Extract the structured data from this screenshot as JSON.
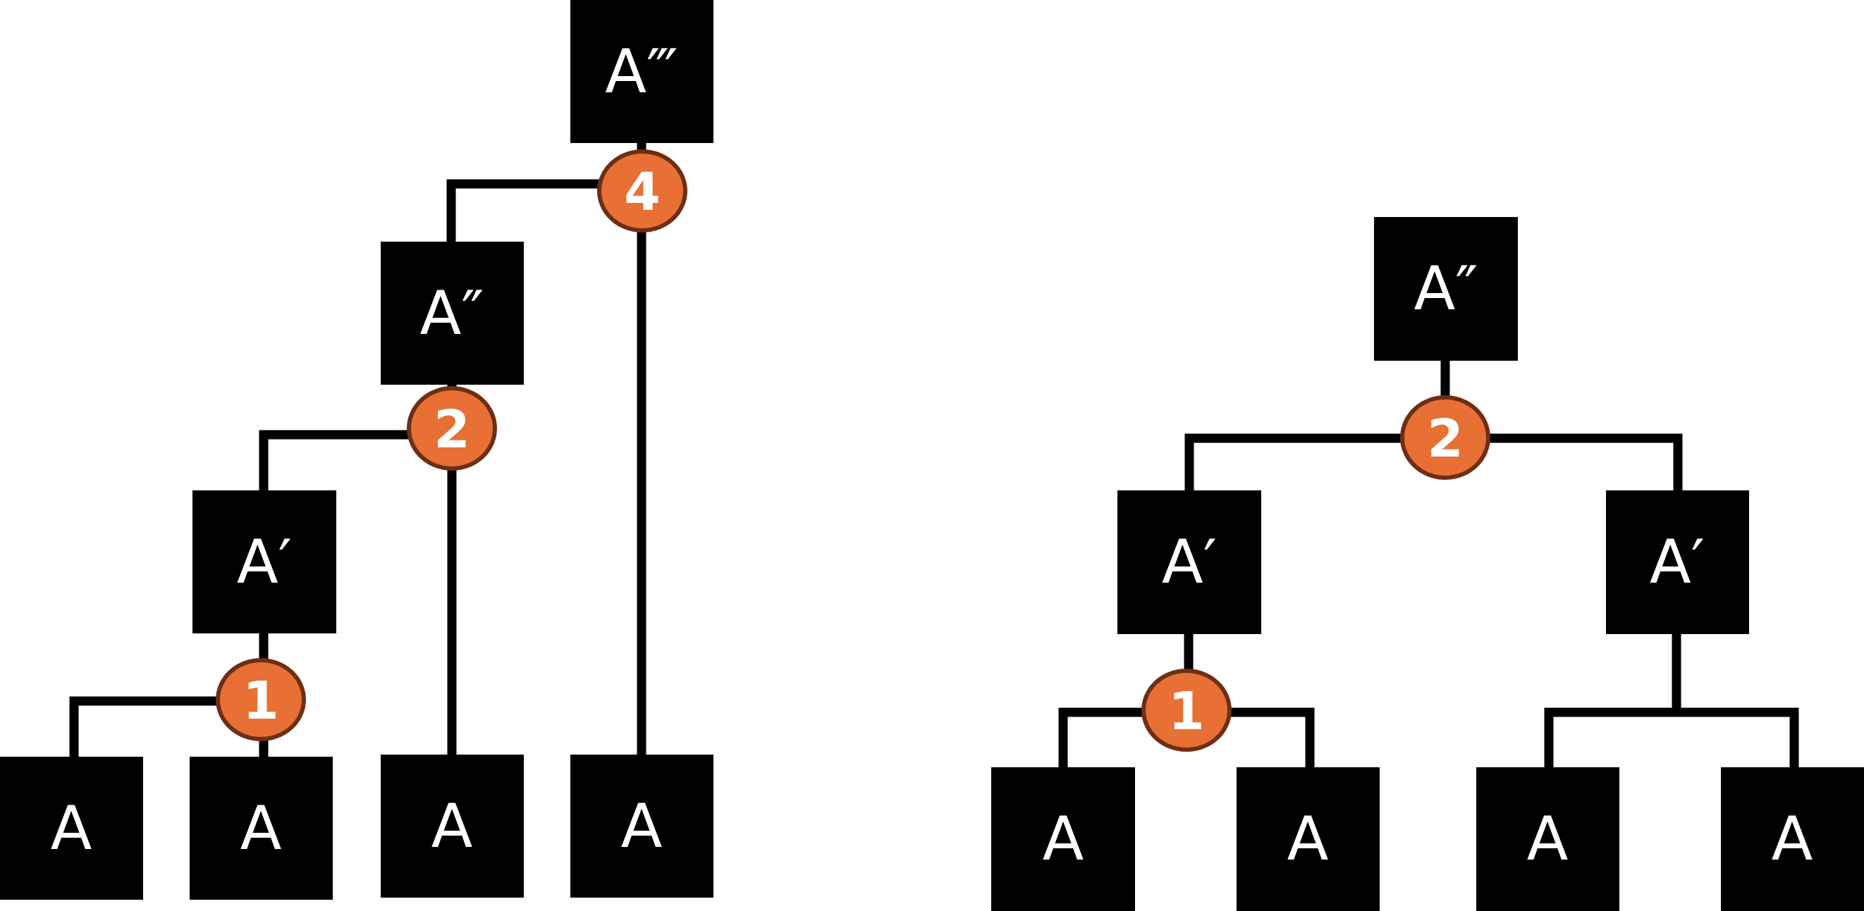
{
  "colors": {
    "node_fill": "#000000",
    "node_text": "#ffffff",
    "edge": "#000000",
    "marker_fill": "#e87034",
    "marker_stroke": "#6e2e14",
    "marker_text": "#ffffff",
    "background": "#ffffff"
  },
  "left_tree": {
    "nodes": {
      "root": "A‴",
      "level2": "A″",
      "level1": "A′",
      "leaf_1": "A",
      "leaf_2": "A",
      "leaf_3": "A",
      "leaf_4": "A"
    },
    "markers": {
      "m1": "1",
      "m2": "2",
      "m4": "4"
    }
  },
  "right_tree": {
    "nodes": {
      "root": "A″",
      "left_child": "A′",
      "right_child": "A′",
      "leaf_1": "A",
      "leaf_2": "A",
      "leaf_3": "A",
      "leaf_4": "A"
    },
    "markers": {
      "m1": "1",
      "m2": "2"
    }
  }
}
